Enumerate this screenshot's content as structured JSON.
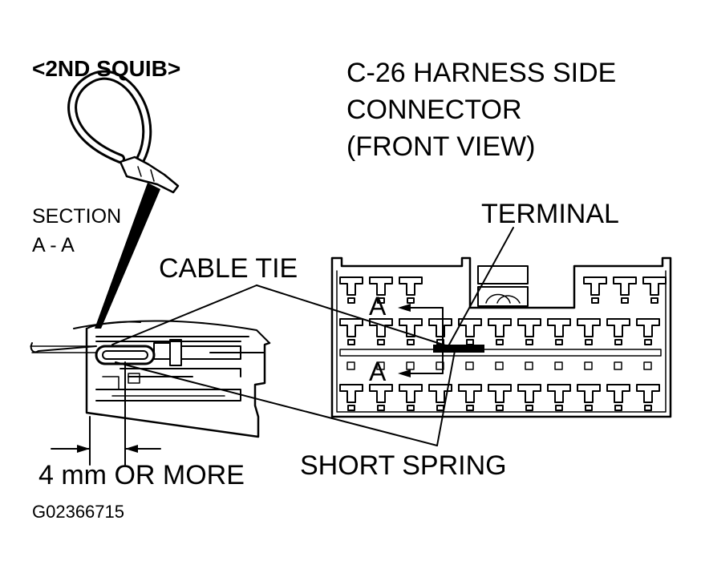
{
  "labels": {
    "second_squib": "<2ND SQUIB>",
    "connector_title": [
      "C-26 HARNESS SIDE",
      "CONNECTOR",
      "(FRONT VIEW)"
    ],
    "section": [
      "SECTION",
      "A - A"
    ],
    "terminal": "TERMINAL",
    "cable_tie": "CABLE TIE",
    "section_marker": "A",
    "short_spring": "SHORT SPRING",
    "dimension": "4 mm OR MORE",
    "figure_id": "G02366715"
  },
  "colors": {
    "line": "#000000",
    "background": "#ffffff"
  }
}
